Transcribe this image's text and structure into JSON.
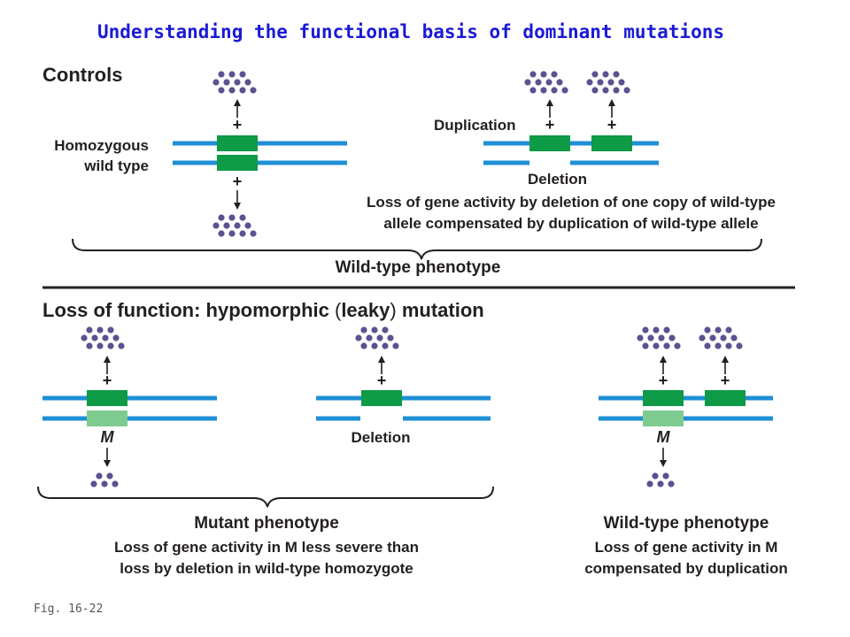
{
  "title": "Understanding the functional basis of dominant mutations",
  "figure_label": "Fig. 16-22",
  "controls": {
    "heading": "Controls",
    "homozygous_line1": "Homozygous",
    "homozygous_line2": "wild type",
    "wt_allele_top": "+",
    "wt_allele_bottom": "+",
    "duplication_label": "Duplication",
    "dup_allele_1": "+",
    "dup_allele_2": "+",
    "deletion_label": "Deletion",
    "explanation_line1": "Loss of gene activity by deletion of one copy of wild-type",
    "explanation_line2": "allele compensated by duplication of wild-type allele",
    "phenotype": "Wild-type phenotype"
  },
  "loss_of_function": {
    "heading_part1": "Loss of function: hypomorphic ",
    "heading_paren_open": "(",
    "heading_leaky": "leaky",
    "heading_paren_close": ")",
    "heading_part2": " mutation",
    "hypo_wt_allele": "+",
    "hypo_mutant_allele": "M",
    "deletion_allele": "+",
    "deletion_label": "Deletion",
    "dup_allele_1": "+",
    "dup_allele_2": "+",
    "dup_mutant_allele": "M",
    "mutant_phenotype": "Mutant phenotype",
    "mutant_expl_line1": "Loss of gene activity in M less severe than",
    "mutant_expl_line2": "loss by deletion in wild-type homozygote",
    "wt_phenotype": "Wild-type phenotype",
    "wt_expl_line1": "Loss of gene activity in M",
    "wt_expl_line2": "compensated by duplication"
  },
  "colors": {
    "title": "#1a1ad6",
    "chromosome": "#1f8fd6",
    "gene_wild_type": "#0e9a46",
    "gene_mutant": "#7ecb8f",
    "gene_product_dot": "#5b5291"
  }
}
